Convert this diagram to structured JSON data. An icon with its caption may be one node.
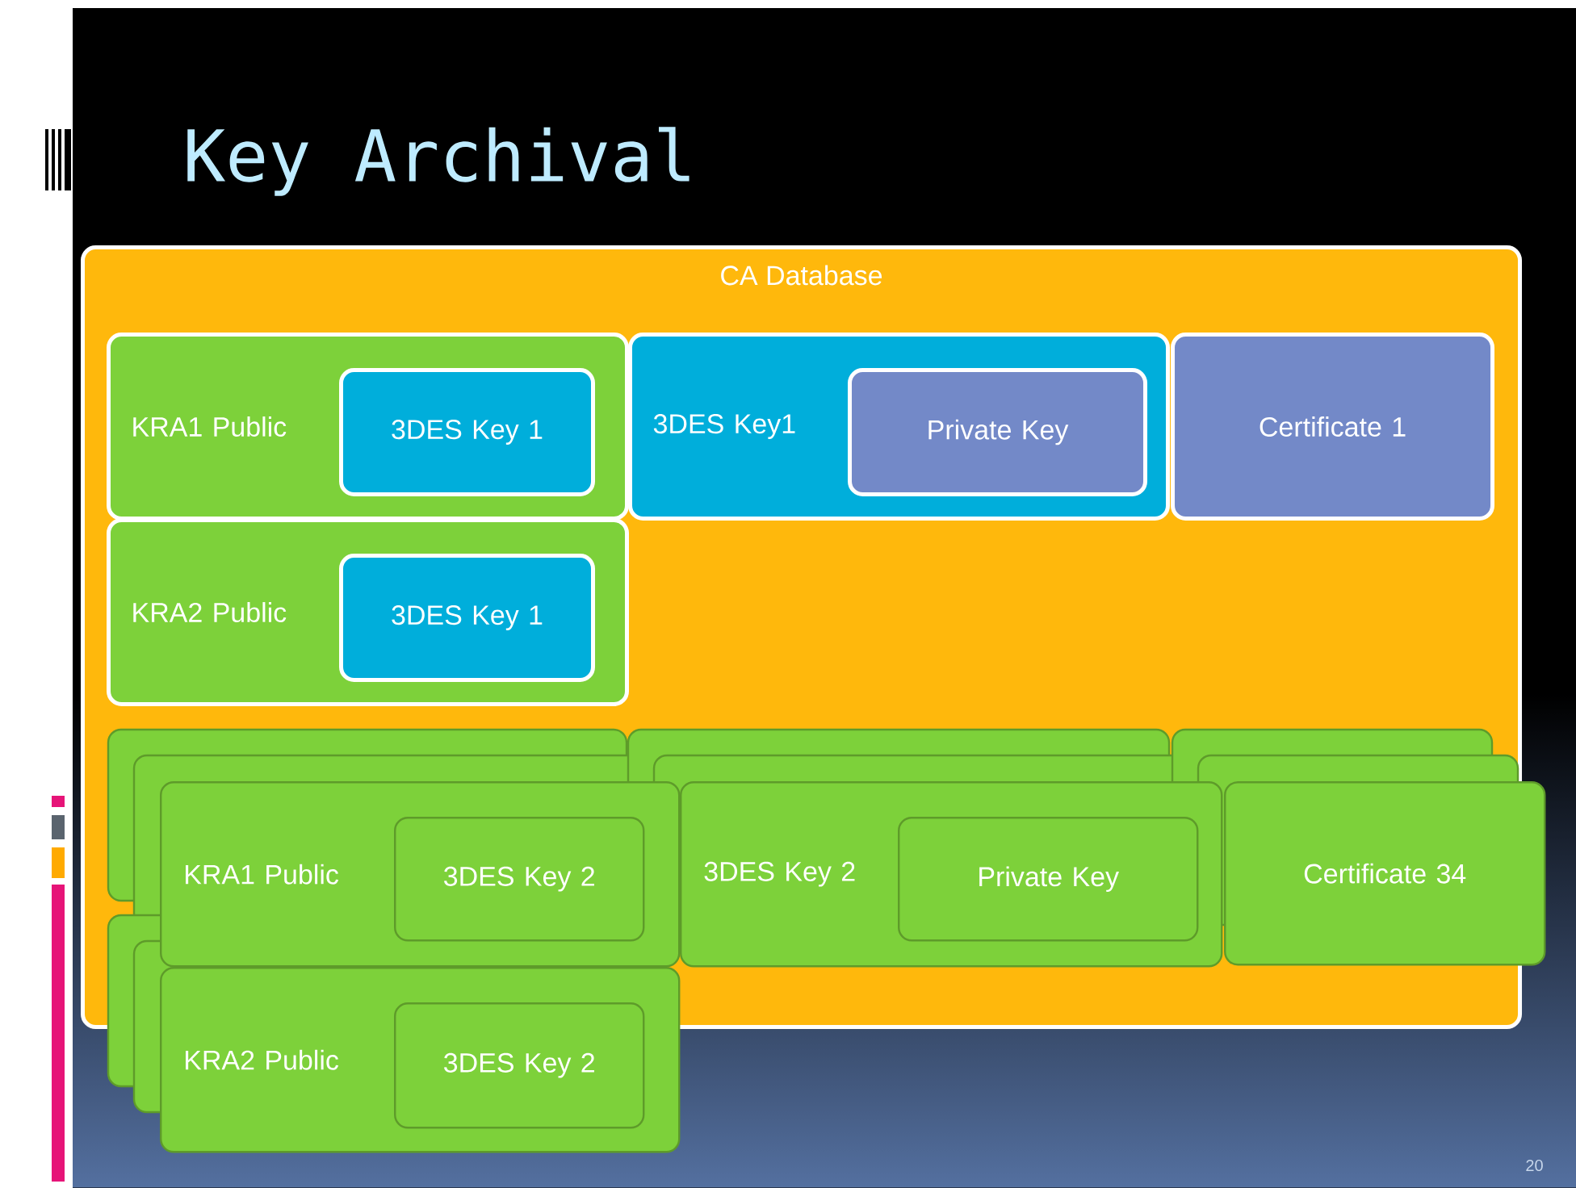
{
  "diagram": {
    "title": "Key Archival",
    "nodes": [
      {
        "text": [
          "CA Database"
        ]
      },
      {
        "text": [
          "KRA1 Public"
        ],
        "in": 0
      },
      {
        "text": [
          "3DES Key 1"
        ],
        "in": 1
      },
      {
        "text": [
          "3DES Key1"
        ],
        "in": 0
      },
      {
        "text": [
          "Private Key"
        ],
        "in": 3
      },
      {
        "text": [
          "Certificate 1"
        ],
        "in": 0
      },
      {
        "text": [
          "KRA2 Public"
        ],
        "in": 0
      },
      {
        "text": [
          "3DES Key 1"
        ],
        "in": 6
      },
      {
        "text": [
          "KRA1 Public"
        ],
        "in": 0
      },
      {
        "text": [
          "3DES Key 2"
        ],
        "in": 8
      },
      {
        "text": [
          "3DES Key 2"
        ],
        "in": 0
      },
      {
        "text": [
          "Private Key"
        ],
        "in": 10
      },
      {
        "text": [
          "Certificate 34"
        ]
      },
      {
        "text": [
          "KRA2 Public"
        ]
      },
      {
        "text": [
          "3DES Key 2"
        ],
        "in": 13
      }
    ],
    "labels": [
      "20"
    ]
  }
}
